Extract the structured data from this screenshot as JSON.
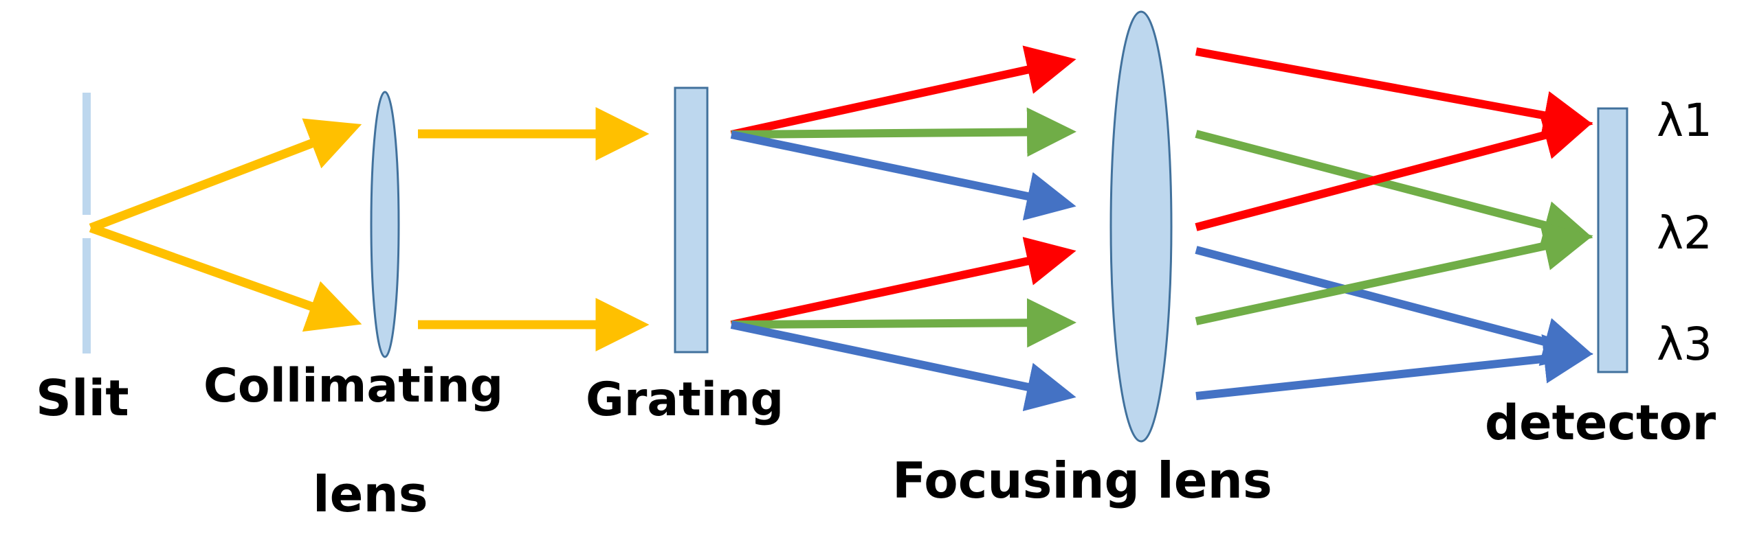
{
  "labels": {
    "slit": "Slit",
    "collimating_line1": "Collimating",
    "collimating_line2": "lens",
    "grating": "Grating",
    "focusing": "Focusing lens",
    "detector": "detector",
    "lambda1": "λ1",
    "lambda2": "λ2",
    "lambda3": "λ3"
  },
  "colors": {
    "input_beam": "#FFC000",
    "lambda1_beam": "#FF0000",
    "lambda2_beam": "#70AD47",
    "lambda3_beam": "#4472C4",
    "optic_fill": "#BDD7EE",
    "optic_stroke": "#41719C",
    "slit": "#BDD7EE"
  }
}
